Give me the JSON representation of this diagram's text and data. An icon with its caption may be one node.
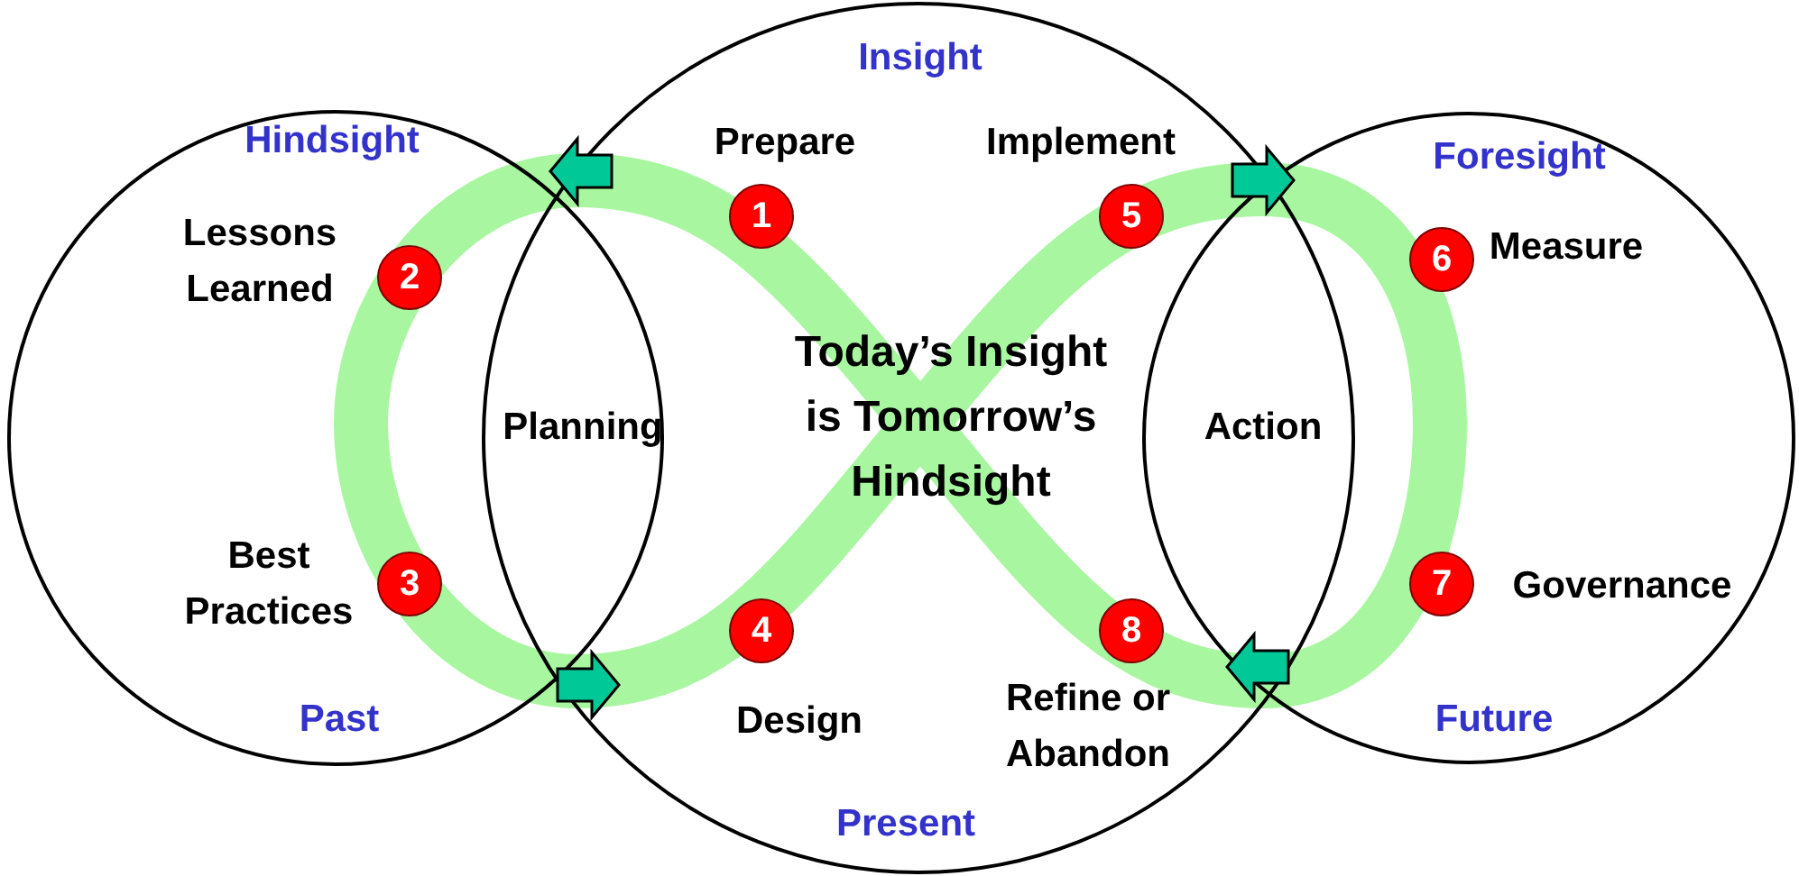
{
  "diagram": {
    "nodes": [
      {
        "text": [
          "Hindsight",
          "Past"
        ]
      },
      {
        "text": [
          "Insight",
          "Present"
        ]
      },
      {
        "text": [
          "Foresight",
          "Future"
        ]
      },
      {
        "text": [
          "1"
        ],
        "in": 1,
        "beside": [
          "Prepare"
        ]
      },
      {
        "text": [
          "2"
        ],
        "in": 0,
        "beside": [
          "Lessons Learned"
        ]
      },
      {
        "text": [
          "3"
        ],
        "in": 0,
        "beside": [
          "Best Practices"
        ]
      },
      {
        "text": [
          "4"
        ],
        "in": 1,
        "beside": [
          "Design"
        ]
      },
      {
        "text": [
          "5"
        ],
        "in": 1,
        "beside": [
          "Implement"
        ]
      },
      {
        "text": [
          "6"
        ],
        "in": 2,
        "beside": [
          "Measure"
        ]
      },
      {
        "text": [
          "7"
        ],
        "in": 2,
        "beside": [
          "Governance"
        ]
      },
      {
        "text": [
          "8"
        ],
        "in": 1,
        "beside": [
          "Refine or Abandon"
        ]
      }
    ],
    "labels": [
      "Planning",
      "Action",
      "Today’s Insight is Tomorrow’s Hindsight"
    ]
  }
}
